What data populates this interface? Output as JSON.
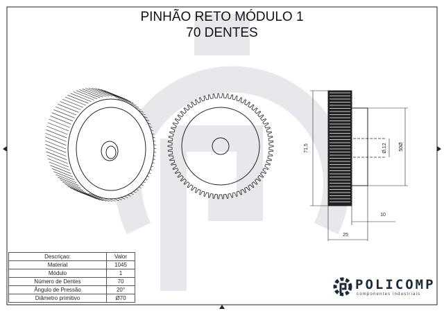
{
  "title": {
    "line1": "PINHÃO RETO MÓDULO 1",
    "line2": "70 DENTES"
  },
  "spec_table": {
    "headers": [
      "Descriçao:",
      "Valor"
    ],
    "rows": [
      [
        "Material",
        "1045"
      ],
      [
        "Módulo",
        "1"
      ],
      [
        "Número de Dentes",
        "70"
      ],
      [
        "Ângulo de Pressão",
        "20°"
      ],
      [
        "Diâmetro primitivo",
        "Ø70"
      ]
    ]
  },
  "dimensions": {
    "outer_diameter": "71,5",
    "bore": "Ø,12",
    "hub_diameter": "50Ø",
    "hub_length": "10",
    "total_length": "25"
  },
  "logo": {
    "name": "POLICOMP",
    "tagline": "componentes industriais"
  },
  "teeth_count": 70
}
